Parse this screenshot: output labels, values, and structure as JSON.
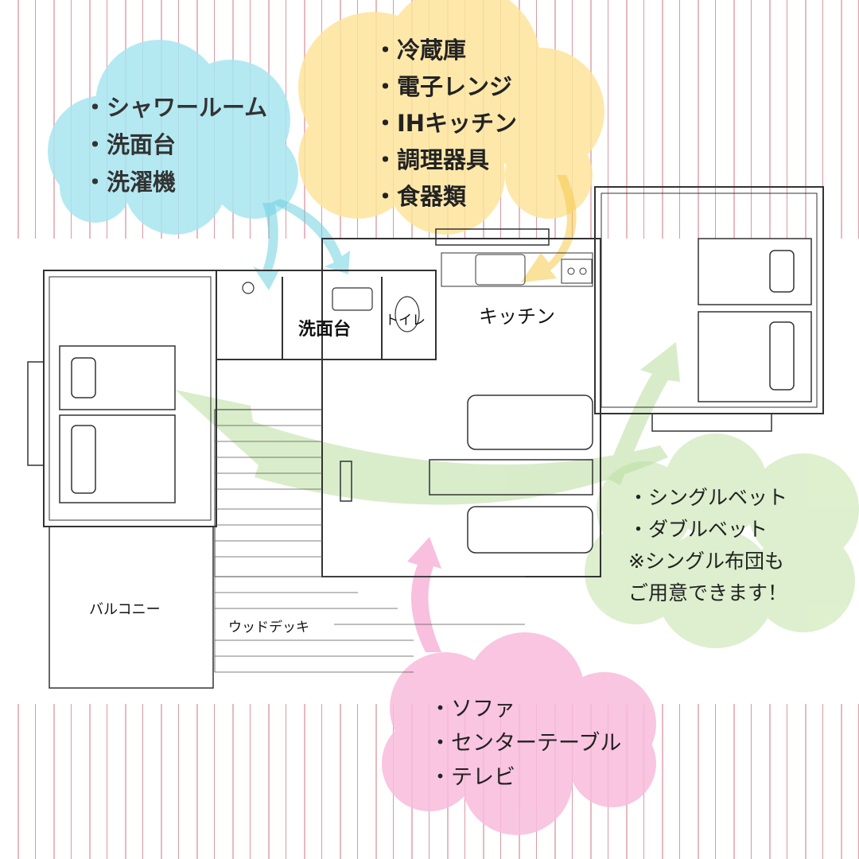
{
  "clouds": {
    "bath": {
      "items": [
        "・シャワールーム",
        "・洗面台",
        "・洗濯機"
      ],
      "color": "#9ee3ee"
    },
    "kitchen": {
      "items": [
        "・冷蔵庫",
        "・電子レンジ",
        "・IHキッチン",
        "・調理器具",
        "・食器類"
      ],
      "color": "#fbe39a"
    },
    "bedroom": {
      "items": [
        "・シングルベット",
        "・ダブルベット",
        "※シングル布団も",
        "ご用意できます！"
      ],
      "color": "#d6ecc4"
    },
    "living": {
      "items": [
        "・ソファ",
        "・センターテーブル",
        "・テレビ"
      ],
      "color": "#f7b9dc"
    }
  },
  "rooms": {
    "washroom": "洗面台",
    "toilet": "トイレ",
    "kitchen": "キッチン",
    "balcony": "バルコニー",
    "deck": "ウッドデッキ"
  }
}
